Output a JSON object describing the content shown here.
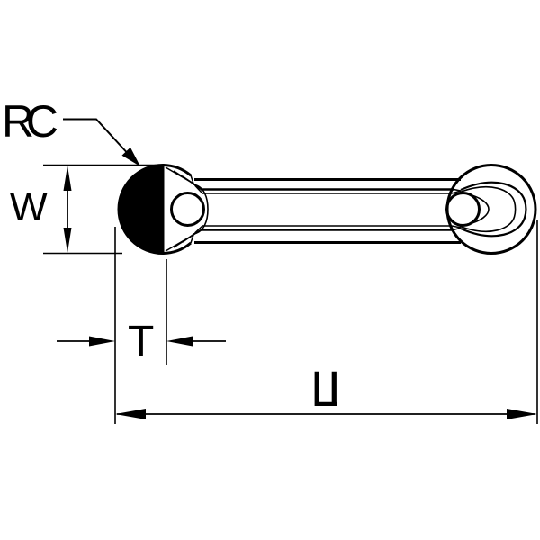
{
  "diagram": {
    "background": "#ffffff",
    "line_color": "#000000",
    "labels": {
      "rc": "RC",
      "w": "W",
      "t": "T",
      "li": "LI"
    }
  }
}
